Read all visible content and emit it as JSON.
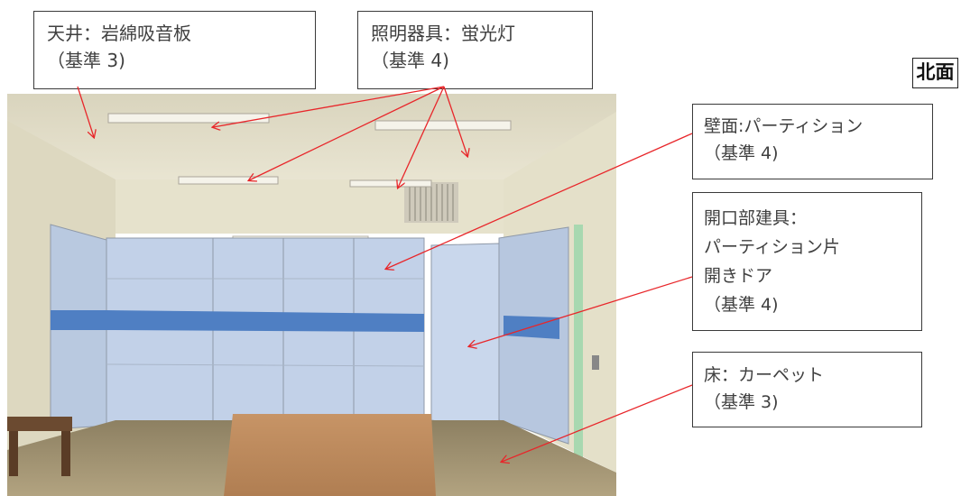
{
  "callouts": {
    "ceiling": {
      "line1": "天井：岩綿吸音板",
      "line2": "（基準 3)"
    },
    "lighting": {
      "line1": "照明器具：蛍光灯",
      "line2": "（基準 4)"
    },
    "wall": {
      "line1": "壁面:パーティション",
      "line2": "（基準 4)"
    },
    "door": {
      "line1": "開口部建具：",
      "line2": "パーティション片",
      "line3": "開きドア",
      "line4": "（基準 4)"
    },
    "floor": {
      "line1": "床：カーペット",
      "line2": "（基準 3)"
    }
  },
  "north_label": "北面",
  "colors": {
    "arrow": "#e8262a",
    "border": "#3a3a3a"
  }
}
